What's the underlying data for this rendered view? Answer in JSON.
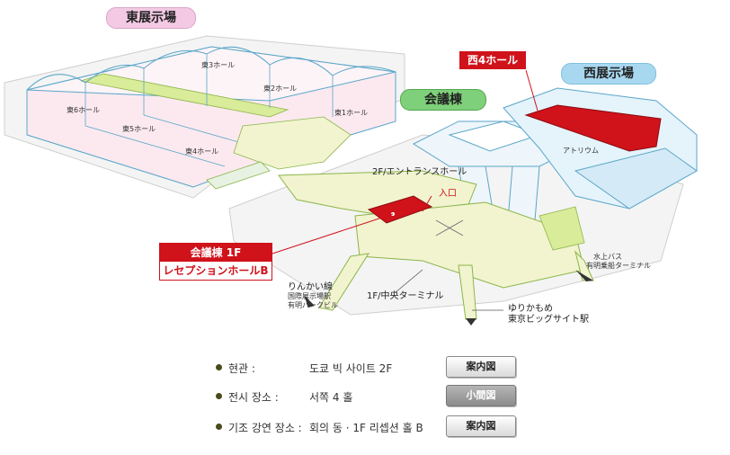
{
  "map": {
    "east_hall_title": "東展示場",
    "west_hall_title": "西展示場",
    "conference_tower_title": "会議棟",
    "west4_hall_tag": "西4ホール",
    "halls": {
      "e1": "東1ホール",
      "e2": "東2ホール",
      "e3": "東3ホール",
      "e4": "東4ホール",
      "e5": "東5ホール",
      "e6": "東6ホール"
    },
    "atrium": "アトリウム",
    "entrance_hall": "2F/エントランスホール",
    "entrance": "入口",
    "reception_tag_line1": "会議棟 1F",
    "reception_tag_line2": "レセプションホールB",
    "central_terminal": "1F/中央ターミナル",
    "rinkai_line1": "りんかい線",
    "rinkai_line2": "国際展示場駅",
    "rinkai_line3": "有明パークビル",
    "yurikamome_line1": "ゆりかもめ",
    "yurikamome_line2": "東京ビッグサイト駅",
    "waterbus_line1": "水上バス",
    "waterbus_line2": "有明乗船ターミナル",
    "colors": {
      "highlight_red": "#d0121b",
      "east_pill": "#f3c9e3",
      "west_pill": "#a8d8f0",
      "conference_pill": "#7fd07a"
    }
  },
  "info": {
    "rows": [
      {
        "label": "현관 :",
        "value": "도쿄 빅 사이트 2F",
        "button": "案内図",
        "button_style": "light"
      },
      {
        "label": "전시 장소 :",
        "value": "서쪽 4 홀",
        "button": "小間図",
        "button_style": "dark"
      },
      {
        "label": "기조 강연 장소 :",
        "value": "회의 동 · 1F 리셉션 홀 B",
        "button": "案内図",
        "button_style": "light"
      }
    ]
  }
}
